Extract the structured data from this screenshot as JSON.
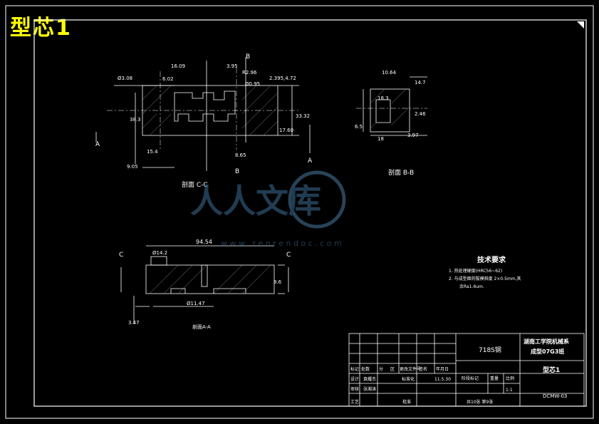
{
  "title": "型芯1",
  "watermark": {
    "text": "人人文库",
    "url": "w w w . r e n r e n d o c . c o m"
  },
  "sections": {
    "cc": "剖面 C-C",
    "bb": "剖面 B-B",
    "aa": "剖面A-A"
  },
  "section_markers": {
    "A": "A",
    "B": "B",
    "C": "C"
  },
  "dimensions": {
    "d1": "16.09",
    "d2": "6.02",
    "d3": "Ø3.08",
    "d4": "R2.96",
    "d5": "Ø0.95",
    "d6": "2.395,4.72",
    "d7": "38.3",
    "d8": "33.32",
    "d9": "17.60",
    "d10": "3.95",
    "d11": "15.4",
    "d12": "9.05",
    "d13": "8.65",
    "d14": "10.64",
    "d15": "18.3",
    "d16": "14.7",
    "d17": "2.46",
    "d18": "6.5",
    "d19": "18",
    "d20": "3.97",
    "d21": "94.54",
    "d22": "Ø14.2",
    "d23": "8.6",
    "d24": "Ø11.47",
    "d25": "3.47"
  },
  "tech_requirements": {
    "heading": "技术要求",
    "item1": "1. 热处理硬度(HRC56~62)",
    "item2": "2. 与成型面的拔模斜度 2×0.5mm,其",
    "item3": "余Ra1.6um."
  },
  "title_block": {
    "material": "718S钢",
    "school": "湖南工学院机械系",
    "project": "成型07G3班",
    "part_name": "型芯1",
    "drawing_no": "DCMW-03",
    "scale": "1:1",
    "sheet": "共10张  第9张",
    "row_labels": [
      "标记",
      "处数",
      "分",
      "区",
      "更改文件号",
      "签名",
      "年月日"
    ],
    "design": "设计",
    "designer": "袁耀杰",
    "standard": "标准化",
    "date": "11.5.30",
    "review_stage": "阶段标记",
    "weight": "重量",
    "ratio": "比例",
    "check": "审核",
    "checker": "张湘涛",
    "approve": "工艺",
    "approver": "批准"
  }
}
